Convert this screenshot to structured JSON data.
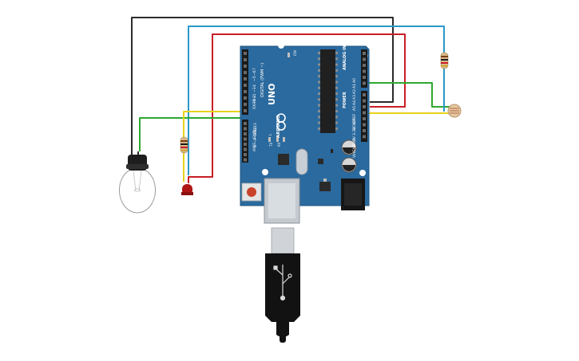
{
  "board": {
    "model": "UNO",
    "brand": "ARDUINO",
    "on_label": "ON",
    "digital_label": "DIGITAL (PWM ~)",
    "power_label": "POWER",
    "analog_label": "ANALOG IN",
    "tx_label": "TX",
    "rx_label": "RX",
    "l_label": "L",
    "aref_label": "AREF",
    "gnd_label": "GND",
    "digital_pins": [
      "13",
      "12",
      "~11",
      "~10",
      "~9",
      "8",
      "7",
      "~6",
      "~5",
      "4",
      "~3",
      "2",
      "TX→1",
      "RX←0"
    ],
    "power_pins": [
      "IOREF",
      "RESET",
      "3.3V",
      "5V",
      "GND",
      "GND",
      "Vin"
    ],
    "analog_pins": [
      "A0",
      "A1",
      "A2",
      "A3",
      "A4",
      "A5"
    ]
  },
  "components": {
    "bulb": "light-bulb",
    "led": "red-led",
    "ldr": "photoresistor",
    "resistor_top": "resistor",
    "resistor_left": "resistor",
    "usb": "usb-cable"
  },
  "colors": {
    "board": "#2b6a9e",
    "black_wire": "#2b2b2b",
    "blue_wire": "#2a98c8",
    "red_wire": "#c81e25",
    "green_wire": "#2ea82e",
    "yellow_wire": "#e8d21a"
  }
}
